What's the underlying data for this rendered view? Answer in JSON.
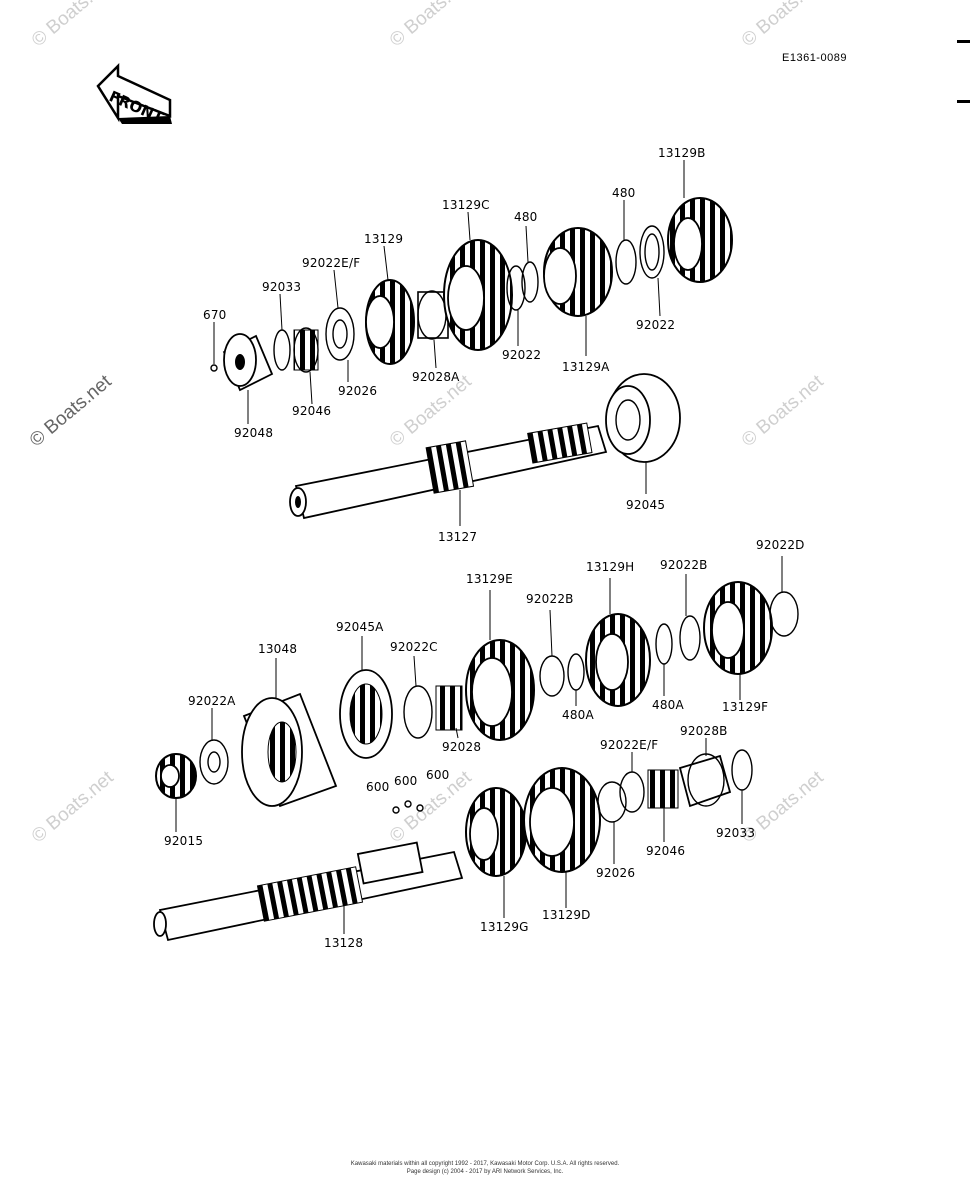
{
  "diagram_code": "E1361-0089",
  "front_label": "FRONT",
  "watermark_text": "© Boats.net",
  "footer_lines": [
    "Kawasaki materials within all copyright 1992 - 2017, Kawasaki Motor Corp. U.S.A. All rights reserved.",
    "Page design (c) 2004 - 2017 by ARI Network Services, Inc."
  ],
  "part_labels": {
    "p670": "670",
    "p92033_top": "92033",
    "p92022EF_top": "92022E/F",
    "p13129": "13129",
    "p13129C": "13129C",
    "p480_a": "480",
    "p480_b": "480",
    "p13129B": "13129B",
    "p92048": "92048",
    "p92046_top": "92046",
    "p92026_top": "92026",
    "p92028A": "92028A",
    "p92022_a": "92022",
    "p13129A": "13129A",
    "p92022_b": "92022",
    "p92045": "92045",
    "p13127": "13127",
    "p13129E": "13129E",
    "p13129H": "13129H",
    "p92022B_a": "92022B",
    "p92022B_b": "92022B",
    "p92022D": "92022D",
    "p92045A": "92045A",
    "p13048": "13048",
    "p92022C": "92022C",
    "p92022A": "92022A",
    "p92028": "92028",
    "p480A_a": "480A",
    "p480A_b": "480A",
    "p13129F": "13129F",
    "p600_a": "600",
    "p600_b": "600",
    "p600_c": "600",
    "p92022EF_bot": "92022E/F",
    "p92028B": "92028B",
    "p92015": "92015",
    "p92026_bot": "92026",
    "p92046_bot": "92046",
    "p92033_bot": "92033",
    "p13128": "13128",
    "p13129G": "13129G",
    "p13129D": "13129D"
  }
}
